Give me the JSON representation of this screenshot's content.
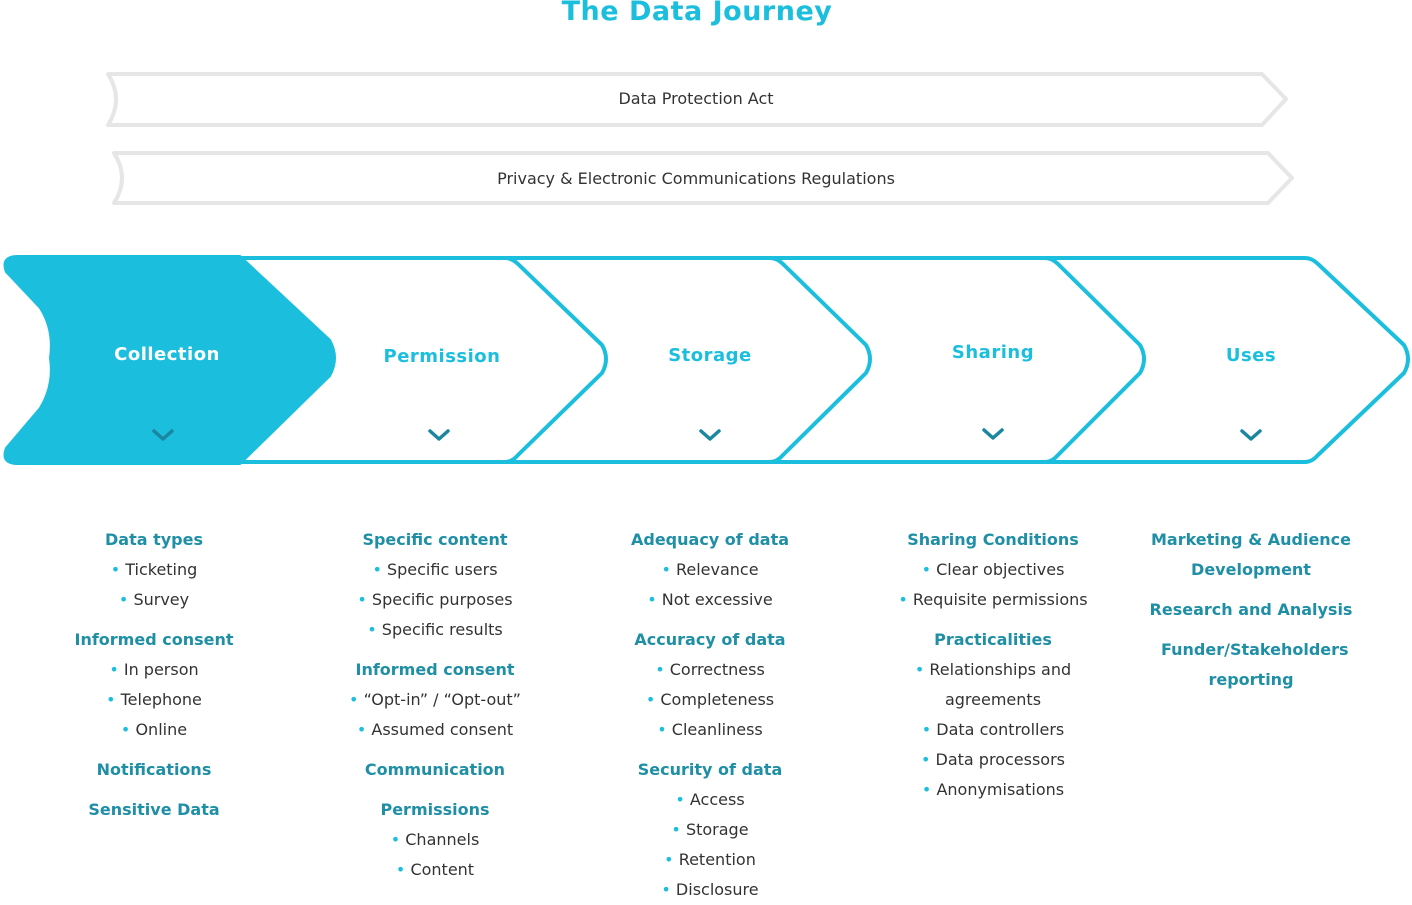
{
  "title": "The Data Journey",
  "bands": [
    "Data Protection Act",
    "Privacy & Electronic Communications Regulations"
  ],
  "colors": {
    "accent": "#1bbfdd",
    "heading": "#1f8fa6",
    "band_stroke": "#e6e6e6",
    "chevron": "#1a86a0"
  },
  "stages": [
    {
      "label": "Collection",
      "icon": "chevron-down-icon",
      "active": true
    },
    {
      "label": "Permission",
      "icon": "chevron-down-icon",
      "active": false
    },
    {
      "label": "Storage",
      "icon": "chevron-down-icon",
      "active": false
    },
    {
      "label": "Sharing",
      "icon": "chevron-down-icon",
      "active": false
    },
    {
      "label": "Uses",
      "icon": "chevron-down-icon",
      "active": false
    }
  ],
  "columns": [
    {
      "groups": [
        {
          "heading": "Data types",
          "items": [
            "Ticketing",
            "Survey"
          ]
        },
        {
          "heading": "Informed consent",
          "items": [
            "In person",
            "Telephone",
            "Online"
          ]
        },
        {
          "heading": "Notifications",
          "items": []
        },
        {
          "heading": "Sensitive Data",
          "items": []
        }
      ]
    },
    {
      "groups": [
        {
          "heading": "Specific content",
          "items": [
            "Specific users",
            "Specific purposes",
            "Specific results"
          ]
        },
        {
          "heading": "Informed consent",
          "items": [
            "“Opt-in” / “Opt-out”",
            "Assumed consent"
          ]
        },
        {
          "heading": "Communication",
          "items": []
        },
        {
          "heading": "Permissions",
          "items": [
            "Channels",
            "Content"
          ]
        }
      ]
    },
    {
      "groups": [
        {
          "heading": "Adequacy of data",
          "items": [
            "Relevance",
            "Not excessive"
          ]
        },
        {
          "heading": "Accuracy of data",
          "items": [
            "Correctness",
            "Completeness",
            "Cleanliness"
          ]
        },
        {
          "heading": "Security of data",
          "items": [
            "Access",
            "Storage",
            "Retention",
            "Disclosure"
          ]
        }
      ]
    },
    {
      "groups": [
        {
          "heading": "Sharing Conditions",
          "items": [
            "Clear objectives",
            "Requisite permissions"
          ]
        },
        {
          "heading": "Practicalities",
          "items": [
            "Relationships and agreements",
            "Data controllers",
            "Data processors",
            "Anonymisations"
          ]
        }
      ]
    },
    {
      "groups": [
        {
          "heading": "Marketing & Audience Development",
          "items": []
        },
        {
          "heading": "Research and Analysis",
          "items": []
        },
        {
          "heading": "Funder/Stakeholders reporting",
          "items": []
        }
      ]
    }
  ]
}
